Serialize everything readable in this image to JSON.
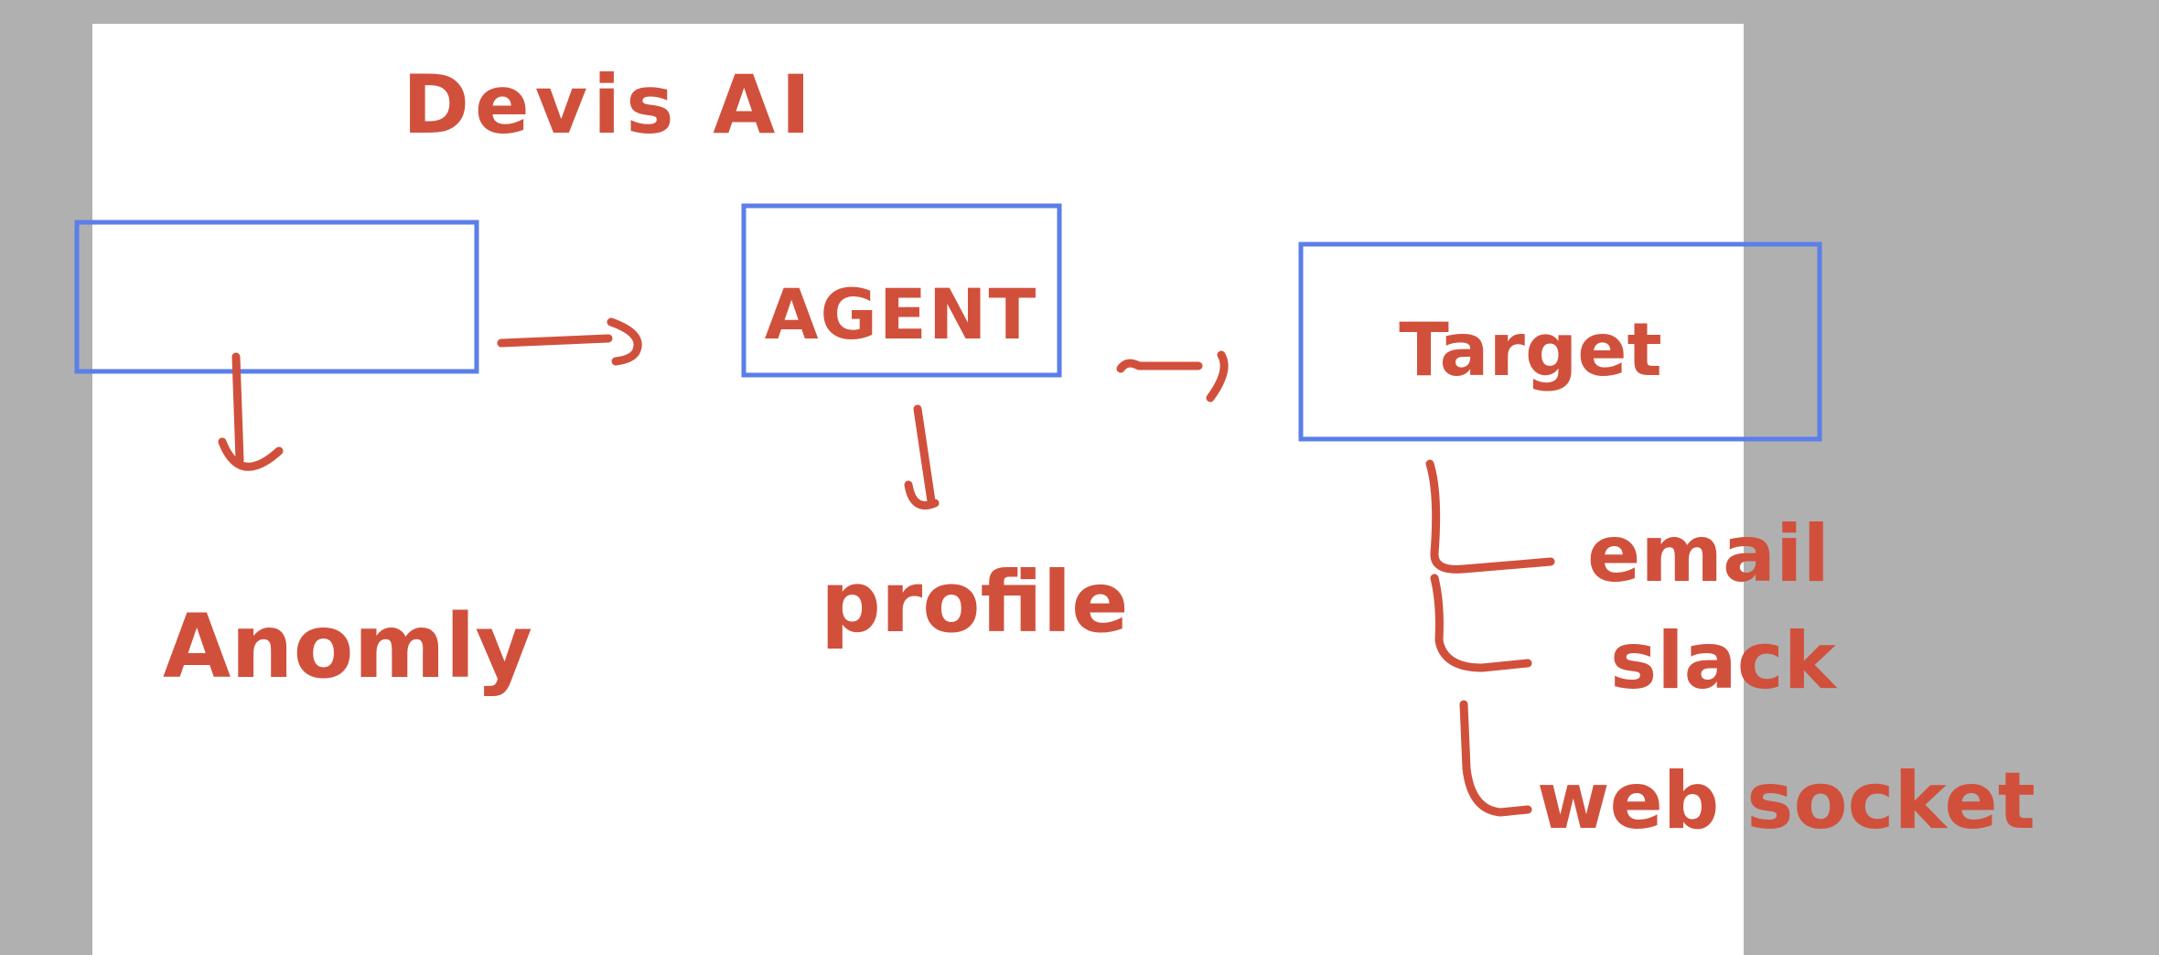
{
  "diagram": {
    "title": "Devis AI",
    "nodes": [
      {
        "id": "source",
        "label": ""
      },
      {
        "id": "agent",
        "label": "AGENT"
      },
      {
        "id": "target",
        "label": "Target"
      }
    ],
    "outputs": {
      "source": "Anomly",
      "agent": "profile"
    },
    "target_channels": [
      "email",
      "slack",
      "web socket"
    ]
  },
  "colors": {
    "canvas_background": "#b0b0b0",
    "page": "#ffffff",
    "box_stroke": "#5b7ee8",
    "ink": "#d1503c"
  }
}
